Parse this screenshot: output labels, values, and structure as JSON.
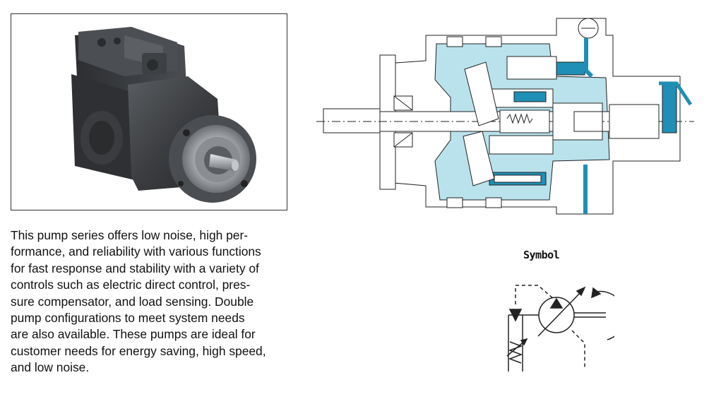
{
  "description": "This pump series offers low noise, high per-formance, and reliability with various functions for fast response and stability with a variety of controls such as electric direct control, pres-sure compensator, and load sensing.  Double pump configurations to meet system needs are also available.  These pumps are ideal for customer needs for energy saving, high speed, and low noise.",
  "description_lines": [
    "This pump series offers low noise, high per-",
    "formance, and reliability with various functions",
    "for fast response and stability with a variety of",
    "controls such as electric direct control, pres-",
    "sure compensator, and load sensing.  Double",
    "pump configurations to meet system needs",
    "are also available.  These pumps are ideal for",
    "customer needs for energy saving, high speed,",
    "and low noise."
  ],
  "symbol_title": "Symbol",
  "colors": {
    "cutaway_fill": "#b9e2ec",
    "cutaway_accent": "#1f8fb5",
    "pump_body": "#3b3d40",
    "line": "#222222"
  }
}
